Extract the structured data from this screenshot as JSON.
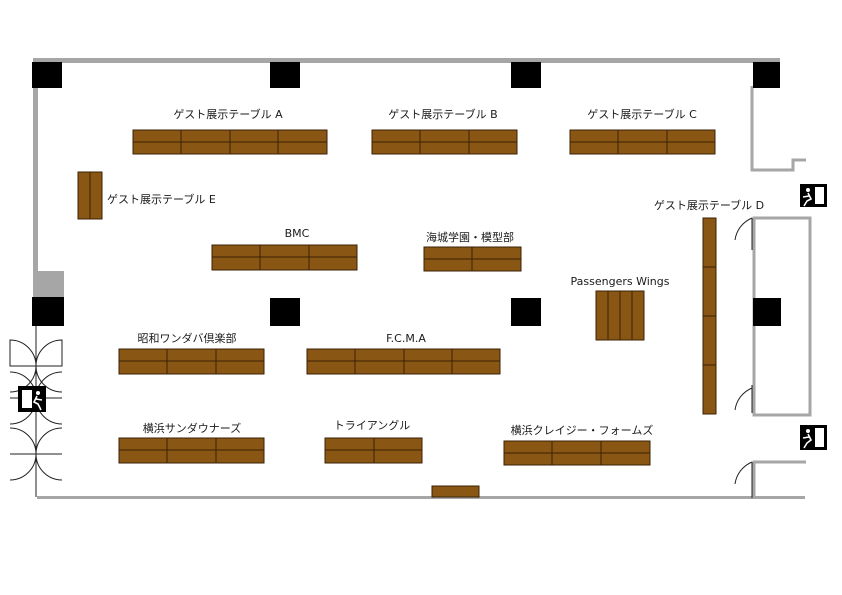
{
  "colors": {
    "table_fill": "#8a5613",
    "table_stroke": "#3a2205",
    "wall": "#a6a6a6",
    "pillar": "#000000",
    "door_line": "#222222"
  },
  "icons": [
    "exit-sign-icon",
    "exit-sign-icon",
    "exit-sign-icon"
  ],
  "areas": {
    "guest_a": "ゲスト展示テーブル A",
    "guest_b": "ゲスト展示テーブル B",
    "guest_c": "ゲスト展示テーブル C",
    "guest_d": "ゲスト展示テーブル D",
    "guest_e": "ゲスト展示テーブル E",
    "bmc": "BMC",
    "kaiiki": "海城学園・模型部",
    "passengers": "Passengers Wings",
    "showa": "昭和ワンダバ倶楽部",
    "fcma": "F.C.M.A",
    "yokohama_thunder": "横浜サンダウナーズ",
    "triangle": "トライアングル",
    "yokohama_crazy": "横浜クレイジー・フォームズ"
  }
}
